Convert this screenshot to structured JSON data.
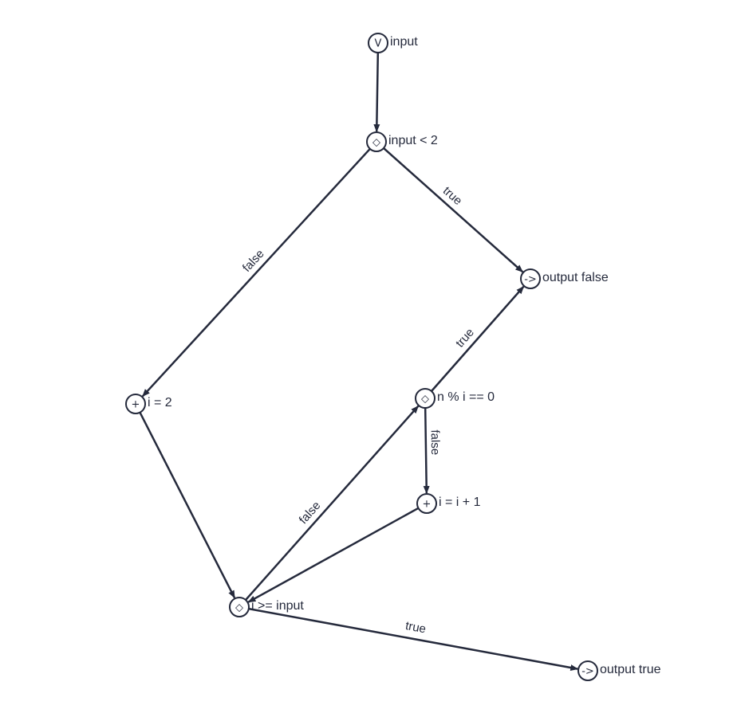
{
  "colors": {
    "ink": "#252a3c",
    "background": "#ffffff"
  },
  "nodes": [
    {
      "id": "start",
      "kind": "variable",
      "icon": "variable-icon",
      "symbol": "V",
      "label": "input"
    },
    {
      "id": "check_lt2",
      "kind": "condition",
      "icon": "diamond-icon",
      "symbol": "◇",
      "label": "input < 2"
    },
    {
      "id": "out_false",
      "kind": "output",
      "icon": "arrow-icon",
      "symbol": "->",
      "label": "output false"
    },
    {
      "id": "init_i",
      "kind": "assignment",
      "icon": "plus-icon",
      "symbol": "+",
      "label": "i = 2"
    },
    {
      "id": "check_mod",
      "kind": "condition",
      "icon": "diamond-icon",
      "symbol": "◇",
      "label": "n % i == 0"
    },
    {
      "id": "incr_i",
      "kind": "assignment",
      "icon": "plus-icon",
      "symbol": "+",
      "label": "i = i + 1"
    },
    {
      "id": "check_ge",
      "kind": "condition",
      "icon": "diamond-icon",
      "symbol": "◇",
      "label": "i >= input"
    },
    {
      "id": "out_true",
      "kind": "output",
      "icon": "arrow-icon",
      "symbol": "->",
      "label": "output true"
    }
  ],
  "edges": [
    {
      "from": "start",
      "to": "check_lt2",
      "label": ""
    },
    {
      "from": "check_lt2",
      "to": "out_false",
      "label": "true"
    },
    {
      "from": "check_lt2",
      "to": "init_i",
      "label": "false"
    },
    {
      "from": "init_i",
      "to": "check_ge",
      "label": ""
    },
    {
      "from": "check_ge",
      "to": "check_mod",
      "label": "false"
    },
    {
      "from": "check_mod",
      "to": "out_false",
      "label": "true"
    },
    {
      "from": "check_mod",
      "to": "incr_i",
      "label": "false"
    },
    {
      "from": "incr_i",
      "to": "check_ge",
      "label": ""
    },
    {
      "from": "check_ge",
      "to": "out_true",
      "label": "true"
    }
  ]
}
